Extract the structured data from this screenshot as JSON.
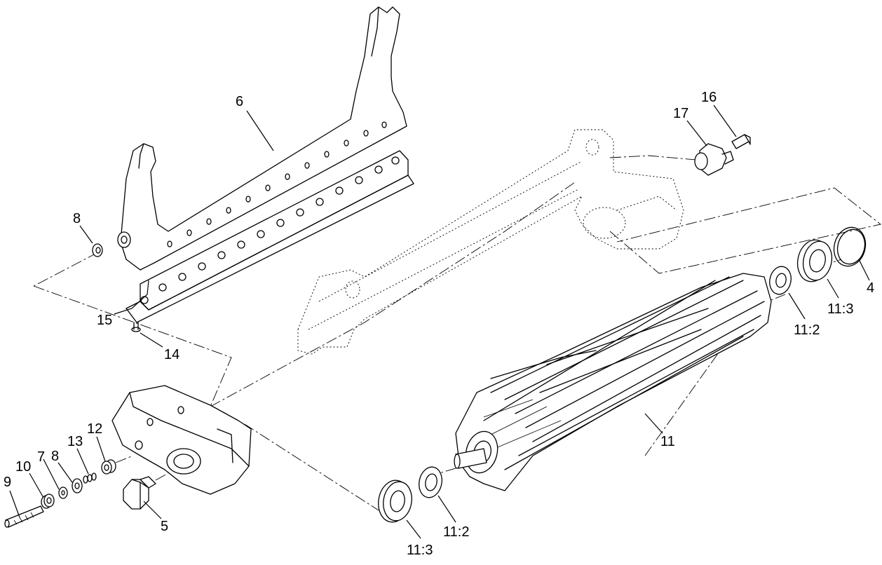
{
  "callouts": [
    {
      "id": "c6",
      "text": "6"
    },
    {
      "id": "c8a",
      "text": "8"
    },
    {
      "id": "c15",
      "text": "15"
    },
    {
      "id": "c14",
      "text": "14"
    },
    {
      "id": "c17",
      "text": "17"
    },
    {
      "id": "c16",
      "text": "16"
    },
    {
      "id": "c4",
      "text": "4"
    },
    {
      "id": "c113a",
      "text": "11:3"
    },
    {
      "id": "c112a",
      "text": "11:2"
    },
    {
      "id": "c11",
      "text": "11"
    },
    {
      "id": "c12",
      "text": "12"
    },
    {
      "id": "c13",
      "text": "13"
    },
    {
      "id": "c8b",
      "text": "8"
    },
    {
      "id": "c7",
      "text": "7"
    },
    {
      "id": "c10",
      "text": "10"
    },
    {
      "id": "c9",
      "text": "9"
    },
    {
      "id": "c5",
      "text": "5"
    },
    {
      "id": "c113b",
      "text": "11:3"
    },
    {
      "id": "c112b",
      "text": "11:2"
    }
  ]
}
